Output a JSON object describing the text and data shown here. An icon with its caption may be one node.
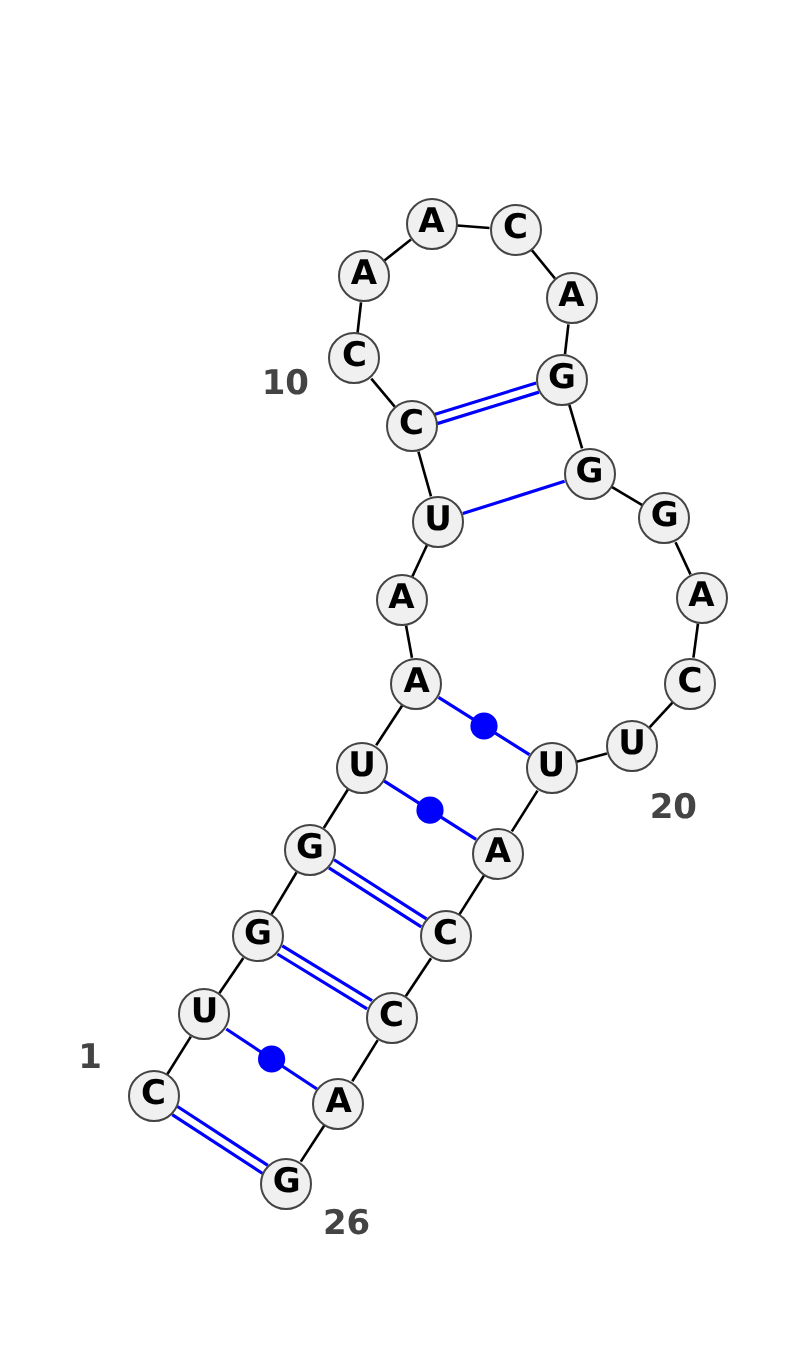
{
  "diagram": {
    "nodes": [
      {
        "text": [
          "C"
        ],
        "beside": [
          "1"
        ]
      },
      {
        "text": [
          "U"
        ]
      },
      {
        "text": [
          "G"
        ]
      },
      {
        "text": [
          "G"
        ]
      },
      {
        "text": [
          "U"
        ]
      },
      {
        "text": [
          "A"
        ]
      },
      {
        "text": [
          "A"
        ]
      },
      {
        "text": [
          "U"
        ]
      },
      {
        "text": [
          "C"
        ]
      },
      {
        "text": [
          "C"
        ],
        "beside": [
          "10"
        ]
      },
      {
        "text": [
          "A"
        ]
      },
      {
        "text": [
          "A"
        ]
      },
      {
        "text": [
          "C"
        ]
      },
      {
        "text": [
          "A"
        ]
      },
      {
        "text": [
          "G"
        ]
      },
      {
        "text": [
          "G"
        ]
      },
      {
        "text": [
          "G"
        ]
      },
      {
        "text": [
          "A"
        ]
      },
      {
        "text": [
          "C"
        ]
      },
      {
        "text": [
          "U"
        ],
        "beside": [
          "20"
        ]
      },
      {
        "text": [
          "U"
        ]
      },
      {
        "text": [
          "A"
        ]
      },
      {
        "text": [
          "C"
        ]
      },
      {
        "text": [
          "C"
        ]
      },
      {
        "text": [
          "A"
        ]
      },
      {
        "text": [
          "G"
        ],
        "beside": [
          "26"
        ]
      }
    ],
    "edges": [
      {
        "from": 0,
        "to": 1,
        "arrow": "none"
      },
      {
        "from": 1,
        "to": 2,
        "arrow": "none"
      },
      {
        "from": 2,
        "to": 3,
        "arrow": "none"
      },
      {
        "from": 3,
        "to": 4,
        "arrow": "none"
      },
      {
        "from": 4,
        "to": 5,
        "arrow": "none"
      },
      {
        "from": 5,
        "to": 6,
        "arrow": "none"
      },
      {
        "from": 6,
        "to": 7,
        "arrow": "none"
      },
      {
        "from": 7,
        "to": 8,
        "arrow": "none"
      },
      {
        "from": 8,
        "to": 9,
        "arrow": "none"
      },
      {
        "from": 9,
        "to": 10,
        "arrow": "none"
      },
      {
        "from": 10,
        "to": 11,
        "arrow": "none"
      },
      {
        "from": 11,
        "to": 12,
        "arrow": "none"
      },
      {
        "from": 12,
        "to": 13,
        "arrow": "none"
      },
      {
        "from": 13,
        "to": 14,
        "arrow": "none"
      },
      {
        "from": 14,
        "to": 15,
        "arrow": "none"
      },
      {
        "from": 15,
        "to": 16,
        "arrow": "none"
      },
      {
        "from": 16,
        "to": 17,
        "arrow": "none"
      },
      {
        "from": 17,
        "to": 18,
        "arrow": "none"
      },
      {
        "from": 18,
        "to": 19,
        "arrow": "none"
      },
      {
        "from": 19,
        "to": 20,
        "arrow": "none"
      },
      {
        "from": 20,
        "to": 21,
        "arrow": "none"
      },
      {
        "from": 21,
        "to": 22,
        "arrow": "none"
      },
      {
        "from": 22,
        "to": 23,
        "arrow": "none"
      },
      {
        "from": 23,
        "to": 24,
        "arrow": "none"
      },
      {
        "from": 24,
        "to": 25,
        "arrow": "none"
      },
      {
        "from": 0,
        "to": 25,
        "arrow": "none",
        "color": "#0000ff"
      },
      {
        "from": 1,
        "to": 24,
        "arrow": "none",
        "color": "#0000ff"
      },
      {
        "from": 2,
        "to": 23,
        "arrow": "none",
        "color": "#0000ff"
      },
      {
        "from": 3,
        "to": 22,
        "arrow": "none",
        "color": "#0000ff"
      },
      {
        "from": 4,
        "to": 21,
        "arrow": "none",
        "color": "#0000ff"
      },
      {
        "from": 5,
        "to": 20,
        "arrow": "none",
        "color": "#0000ff"
      },
      {
        "from": 7,
        "to": 15,
        "arrow": "none",
        "color": "#0000ff"
      },
      {
        "from": 8,
        "to": 14,
        "arrow": "none",
        "color": "#0000ff"
      }
    ]
  }
}
